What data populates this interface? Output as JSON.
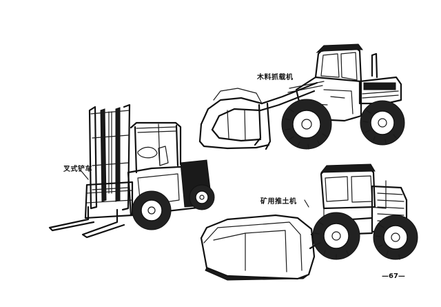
{
  "labels": {
    "wood_loader": "木料抓载机",
    "forklift": "叉式铲车",
    "dozer": "矿用推土机"
  },
  "page_number": "—67—"
}
